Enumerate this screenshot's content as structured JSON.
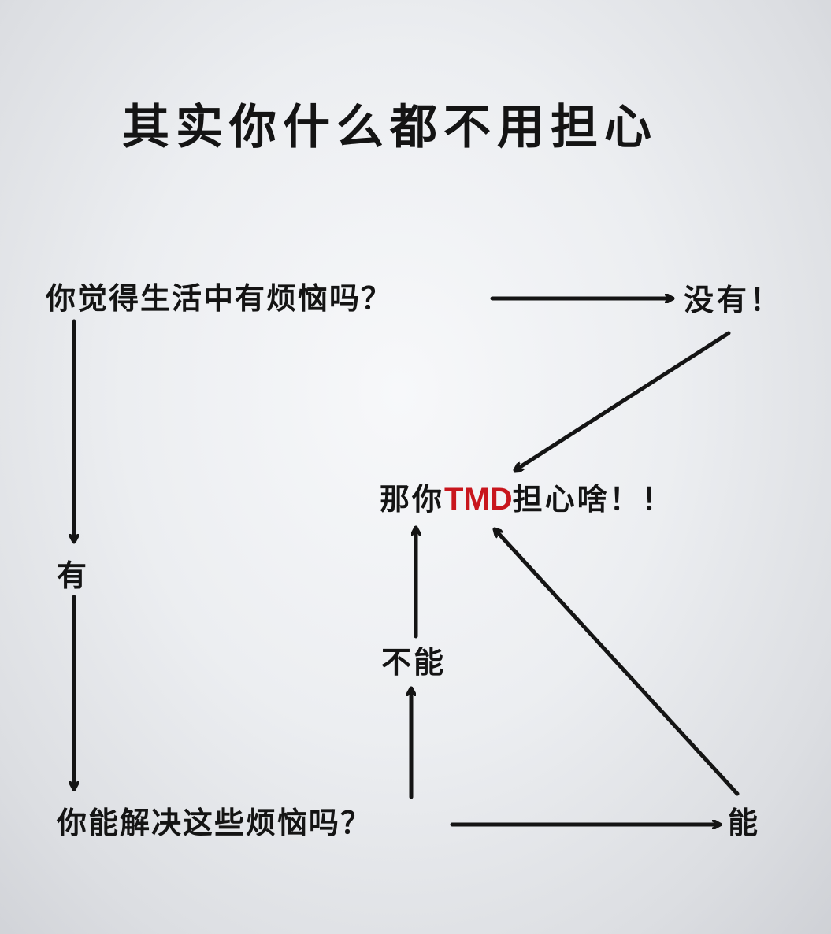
{
  "title": "其实你什么都不用担心",
  "nodes": {
    "question1": "你觉得生活中有烦恼吗？",
    "answer_no": "没有！",
    "answer_yes": "有",
    "center_prefix": "那你",
    "center_highlight": "TMD",
    "center_suffix": "担心啥！！",
    "question2": "你能解决这些烦恼吗？",
    "answer_cannot": "不能",
    "answer_can": "能"
  },
  "colors": {
    "text": "#141414",
    "highlight": "#c8161d",
    "background": "#eceef1"
  }
}
